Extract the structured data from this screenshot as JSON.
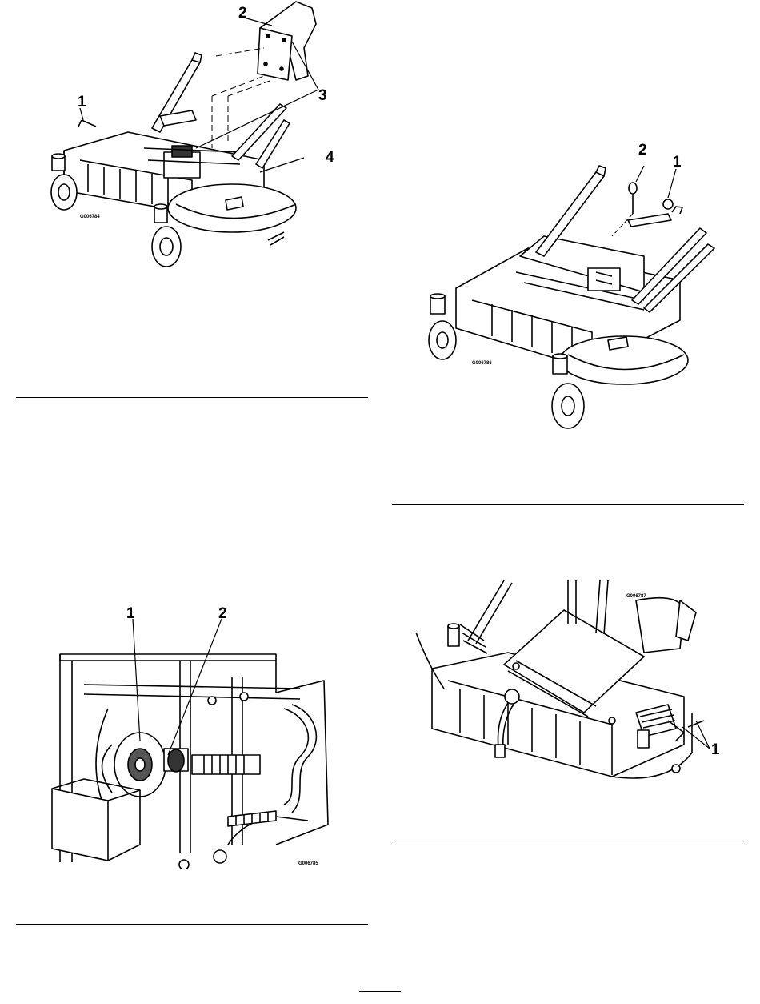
{
  "figures": [
    {
      "code": "G006784",
      "callouts": [
        "1",
        "2",
        "3",
        "4"
      ]
    },
    {
      "code": "G006786",
      "callouts": [
        "2",
        "1"
      ]
    },
    {
      "code": "G006785",
      "callouts": [
        "1",
        "2"
      ]
    },
    {
      "code": "G006787",
      "callouts": [
        "1"
      ]
    }
  ]
}
